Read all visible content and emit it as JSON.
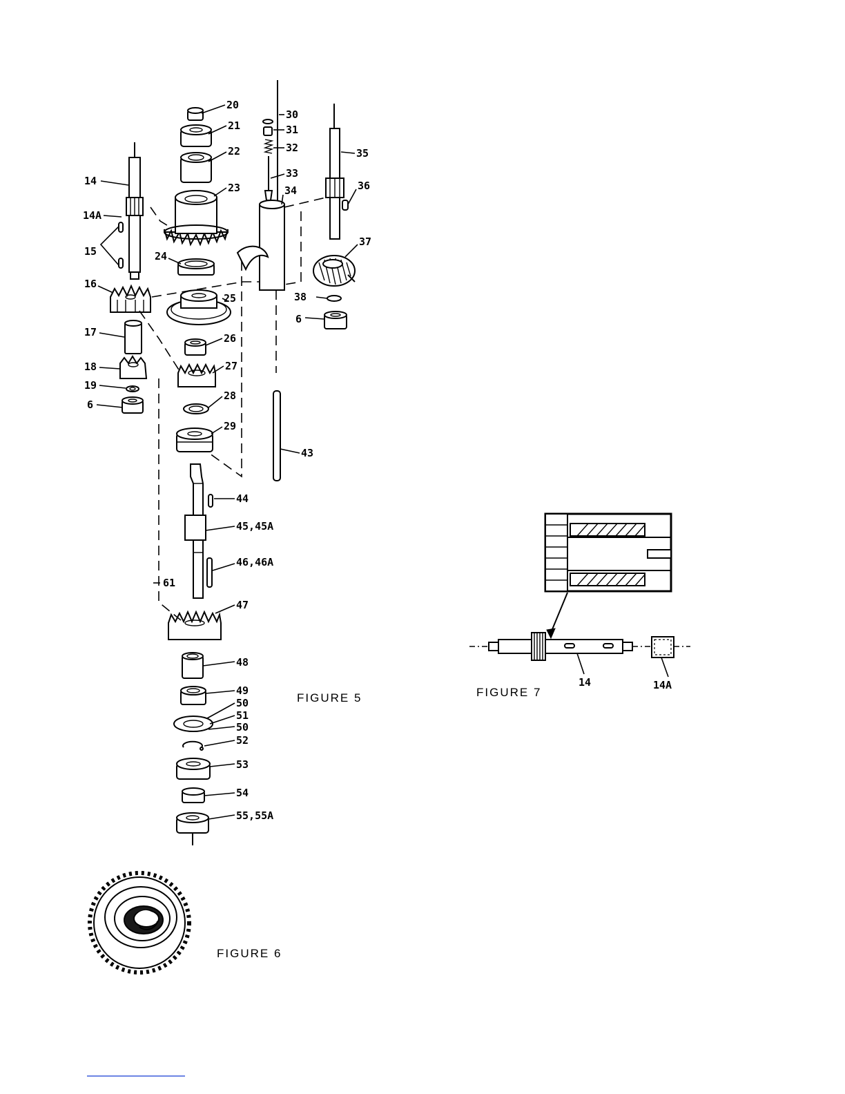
{
  "figure5": {
    "caption": "FIGURE 5",
    "callouts": {
      "p20": "20",
      "p21": "21",
      "p22": "22",
      "p23": "23",
      "p24": "24",
      "p25": "25",
      "p26": "26",
      "p27": "27",
      "p28": "28",
      "p29": "29",
      "p14": "14",
      "p14a": "14A",
      "p15": "15",
      "p16": "16",
      "p17": "17",
      "p18": "18",
      "p19": "19",
      "p6a": "6",
      "p6b": "6",
      "p30": "30",
      "p31": "31",
      "p32": "32",
      "p33": "33",
      "p34": "34",
      "p35": "35",
      "p36": "36",
      "p37": "37",
      "p38": "38",
      "p43": "43",
      "p44": "44",
      "p45": "45,45A",
      "p46": "46,46A",
      "p61": "61",
      "p47": "47",
      "p48": "48",
      "p49": "49",
      "p50a": "50",
      "p51": "51",
      "p50b": "50",
      "p52": "52",
      "p53": "53",
      "p54": "54",
      "p55": "55,55A"
    }
  },
  "figure6": {
    "caption": "FIGURE 6"
  },
  "figure7": {
    "caption": "FIGURE 7",
    "callouts": {
      "shaft": "14",
      "bushing": "14A"
    }
  }
}
